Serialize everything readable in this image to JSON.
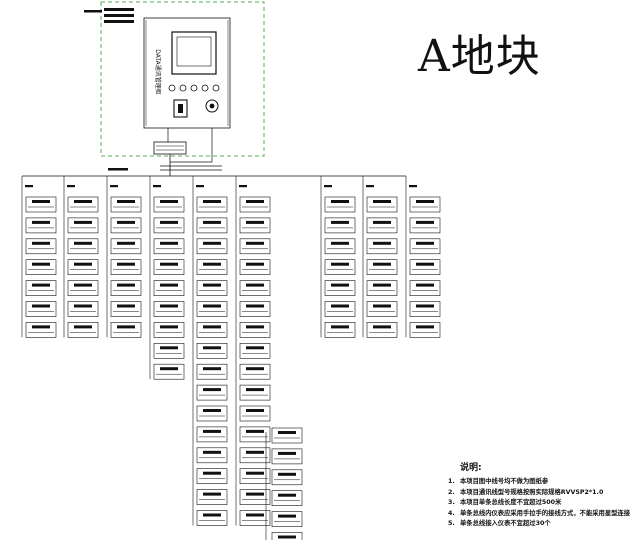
{
  "title": "A地块",
  "notes": {
    "heading": "说明:",
    "items": [
      {
        "num": "1.",
        "text": "本项目图中线号均不做为图纸参"
      },
      {
        "num": "2.",
        "text": "本项目通讯线型号规格按照实际规格RVVSP2*1.0"
      },
      {
        "num": "3.",
        "text": "本项目单条总线长度不宜超过500米"
      },
      {
        "num": "4.",
        "text": "单条总线内仪表应采用手拉手的接线方式，不能采用星型连接"
      },
      {
        "num": "5.",
        "text": "单条总线接入仪表不宜超过30个"
      }
    ]
  },
  "panel": {
    "side_label": "DATA通讯管理柜"
  },
  "colors": {
    "line": "#111111",
    "dashed_frame": "#55b055"
  },
  "buses": {
    "counts": [
      7,
      7,
      7,
      9,
      16,
      16,
      7,
      7,
      7
    ],
    "extra_group_count": 6
  }
}
